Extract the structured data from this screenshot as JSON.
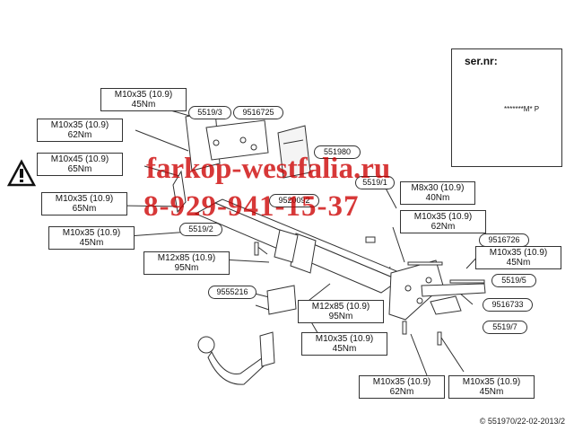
{
  "torque_labels": [
    {
      "id": "t1",
      "spec": "M10x35 (10.9)",
      "torque": "45Nm"
    },
    {
      "id": "t2",
      "spec": "M10x35 (10.9)",
      "torque": "62Nm"
    },
    {
      "id": "t3",
      "spec": "M10x45 (10.9)",
      "torque": "65Nm"
    },
    {
      "id": "t4",
      "spec": "M10x35 (10.9)",
      "torque": "65Nm"
    },
    {
      "id": "t5",
      "spec": "M10x35 (10.9)",
      "torque": "45Nm"
    },
    {
      "id": "t6",
      "spec": "M12x85 (10.9)",
      "torque": "95Nm"
    },
    {
      "id": "t7",
      "spec": "M12x85 (10.9)",
      "torque": "95Nm"
    },
    {
      "id": "t8",
      "spec": "M10x35 (10.9)",
      "torque": "45Nm"
    },
    {
      "id": "t9",
      "spec": "M8x30 (10.9)",
      "torque": "40Nm"
    },
    {
      "id": "t10",
      "spec": "M10x35 (10.9)",
      "torque": "62Nm"
    },
    {
      "id": "t11",
      "spec": "M10x35 (10.9)",
      "torque": "45Nm"
    },
    {
      "id": "t12",
      "spec": "M10x35 (10.9)",
      "torque": "62Nm"
    },
    {
      "id": "t13",
      "spec": "M10x35 (10.9)",
      "torque": "45Nm"
    }
  ],
  "part_numbers": [
    "5519/3",
    "9516725",
    "551980",
    "5519/1",
    "9520092",
    "5519/2",
    "9555216",
    "9516726",
    "5519/5",
    "9516733",
    "5519/7"
  ],
  "serial_box": {
    "title": "ser.nr:",
    "plate_text": "*******M* P"
  },
  "watermark": {
    "line1": "farkop-westfalia.ru",
    "line2": "8-929-941-15-37",
    "color": "#cc0000"
  },
  "copyright": "© 551970/22-02-2013/2"
}
